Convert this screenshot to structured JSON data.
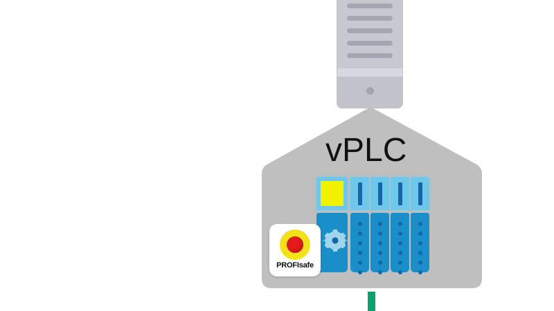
{
  "diagram": {
    "title": "vPLC",
    "background_color": "#ffffff",
    "nodes": {
      "server": {
        "name": "industrial-pc",
        "icon": "server-rack-icon",
        "body_color": "#c8c8d0",
        "slot_color": "#a6a6b2",
        "band_color": "#d8d8e0",
        "led_color": "#a4a4b0",
        "slot_count": 5
      },
      "enclosure": {
        "name": "vPLC enclosure",
        "label": "vPLC",
        "shape": "pentagon-house",
        "fill_color": "#bfbfbf",
        "label_color": "#111111"
      },
      "cpu_module": {
        "name": "CPU module",
        "top_color": "#6ec8ea",
        "body_color": "#1a8ec9",
        "display_color": "#f2f200",
        "gear_icon": "gear-icon"
      },
      "io_modules": {
        "count": 4,
        "top_color": "#6ec8ea",
        "body_color": "#1a8ec9",
        "bar_color": "#1565a8",
        "dot_color": "#1565a8",
        "dots_per_module": 6
      },
      "profisafe_badge": {
        "label": "PROFIsafe",
        "icon": "emergency-stop-icon",
        "badge_color": "#ffffff",
        "ring_color": "#f5e119",
        "button_color": "#e31b1b",
        "text_color": "#0d0d0d"
      },
      "network_cable": {
        "name": "profinet cable",
        "color": "#0fa06e"
      }
    }
  },
  "colors": {
    "house_gray": "#bfbfbf",
    "module_blue": "#1a8ec9",
    "module_light_blue": "#6ec8ea",
    "module_dark_blue": "#1565a8",
    "display_yellow": "#f2f200",
    "safety_yellow": "#f5e119",
    "safety_red": "#e31b1b",
    "cable_green": "#0fa06e",
    "server_gray": "#c8c8d0"
  }
}
